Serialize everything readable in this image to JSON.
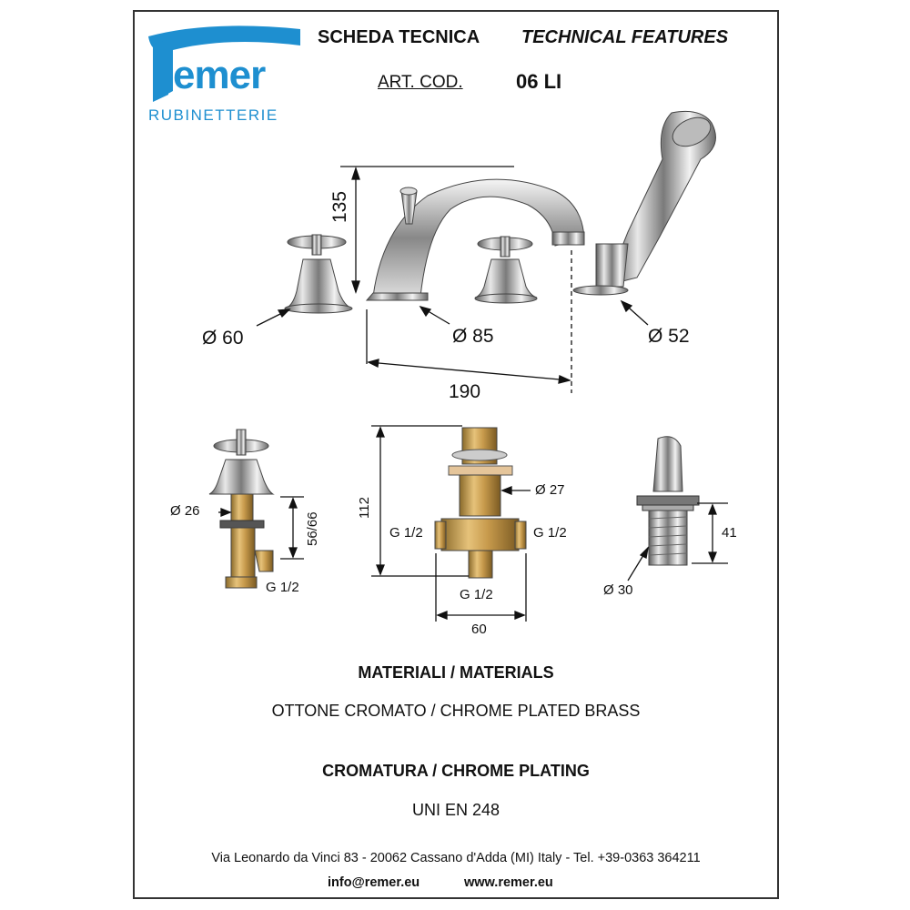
{
  "brand": {
    "logo_text": "Remer",
    "subtitle": "RUBINETTERIE",
    "color": "#1e8fd0"
  },
  "header": {
    "title_it": "SCHEDA TECNICA",
    "title_en": "TECHNICAL FEATURES",
    "art_label": "ART. COD.",
    "art_code": "06 LI"
  },
  "top_dimensions": {
    "height": "135",
    "handle_diameter": "Ø 60",
    "spout_diameter": "Ø 85",
    "shower_diameter": "Ø 52",
    "span": "190"
  },
  "valve": {
    "diameter": "Ø 26",
    "length": "56/66",
    "thread": "G 1/2"
  },
  "diverter": {
    "height": "112",
    "diameter": "Ø 27",
    "thread_left": "G 1/2",
    "thread_right": "G 1/2",
    "thread_bottom": "G 1/2",
    "width": "60"
  },
  "shower_holder": {
    "length": "41",
    "diameter": "Ø 30"
  },
  "materials": {
    "heading": "MATERIALI / MATERIALS",
    "value": "OTTONE CROMATO / CHROME PLATED BRASS"
  },
  "plating": {
    "heading": "CROMATURA / CHROME PLATING",
    "value": "UNI EN 248"
  },
  "footer": {
    "address": "Via Leonardo da Vinci 83 - 20062 Cassano d'Adda (MI) Italy - Tel. +39-0363 364211",
    "email": "info@remer.eu",
    "website": "www.remer.eu"
  }
}
